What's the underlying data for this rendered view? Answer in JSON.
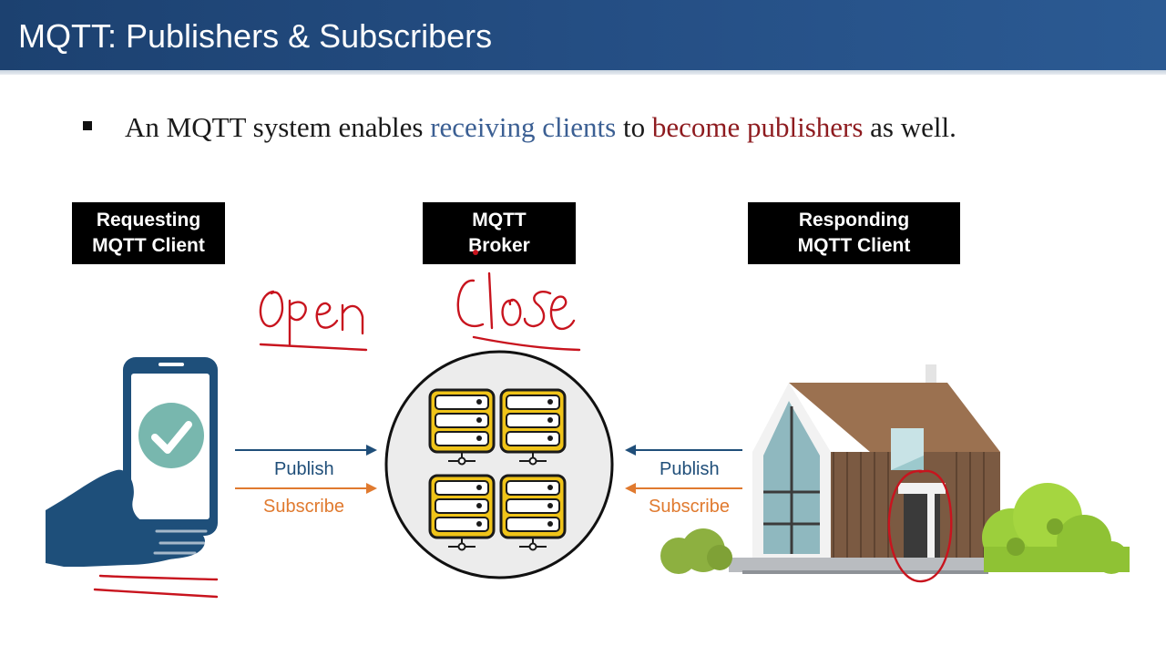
{
  "slide": {
    "title": "MQTT: Publishers & Subscribers"
  },
  "bullet": {
    "part1": "An MQTT system enables ",
    "highlight1": "receiving clients",
    "part2": " to ",
    "highlight2": "become publishers",
    "part3": " as well.",
    "highlight1_color": "#3b5f93",
    "highlight2_color": "#8e1b1f"
  },
  "boxes": {
    "requesting": {
      "line1": "Requesting",
      "line2": "MQTT Client"
    },
    "broker": {
      "line1": "MQTT",
      "line2": "Broker"
    },
    "responding": {
      "line1": "Responding",
      "line2": "MQTT Client"
    }
  },
  "arrows": {
    "left": {
      "publish": "Publish",
      "subscribe": "Subscribe"
    },
    "right": {
      "publish": "Publish",
      "subscribe": "Subscribe"
    }
  },
  "annotations": {
    "word1": "Open",
    "word2": "Close",
    "ink_color": "#c8141e"
  },
  "icons": [
    "smartphone-checkmark-icon",
    "server-racks-icon",
    "house-icon",
    "bush-icon"
  ],
  "colors": {
    "header": "#254f85",
    "publish": "#1f4e79",
    "subscribe": "#e07a2f",
    "server_yellow": "#f0c419"
  }
}
